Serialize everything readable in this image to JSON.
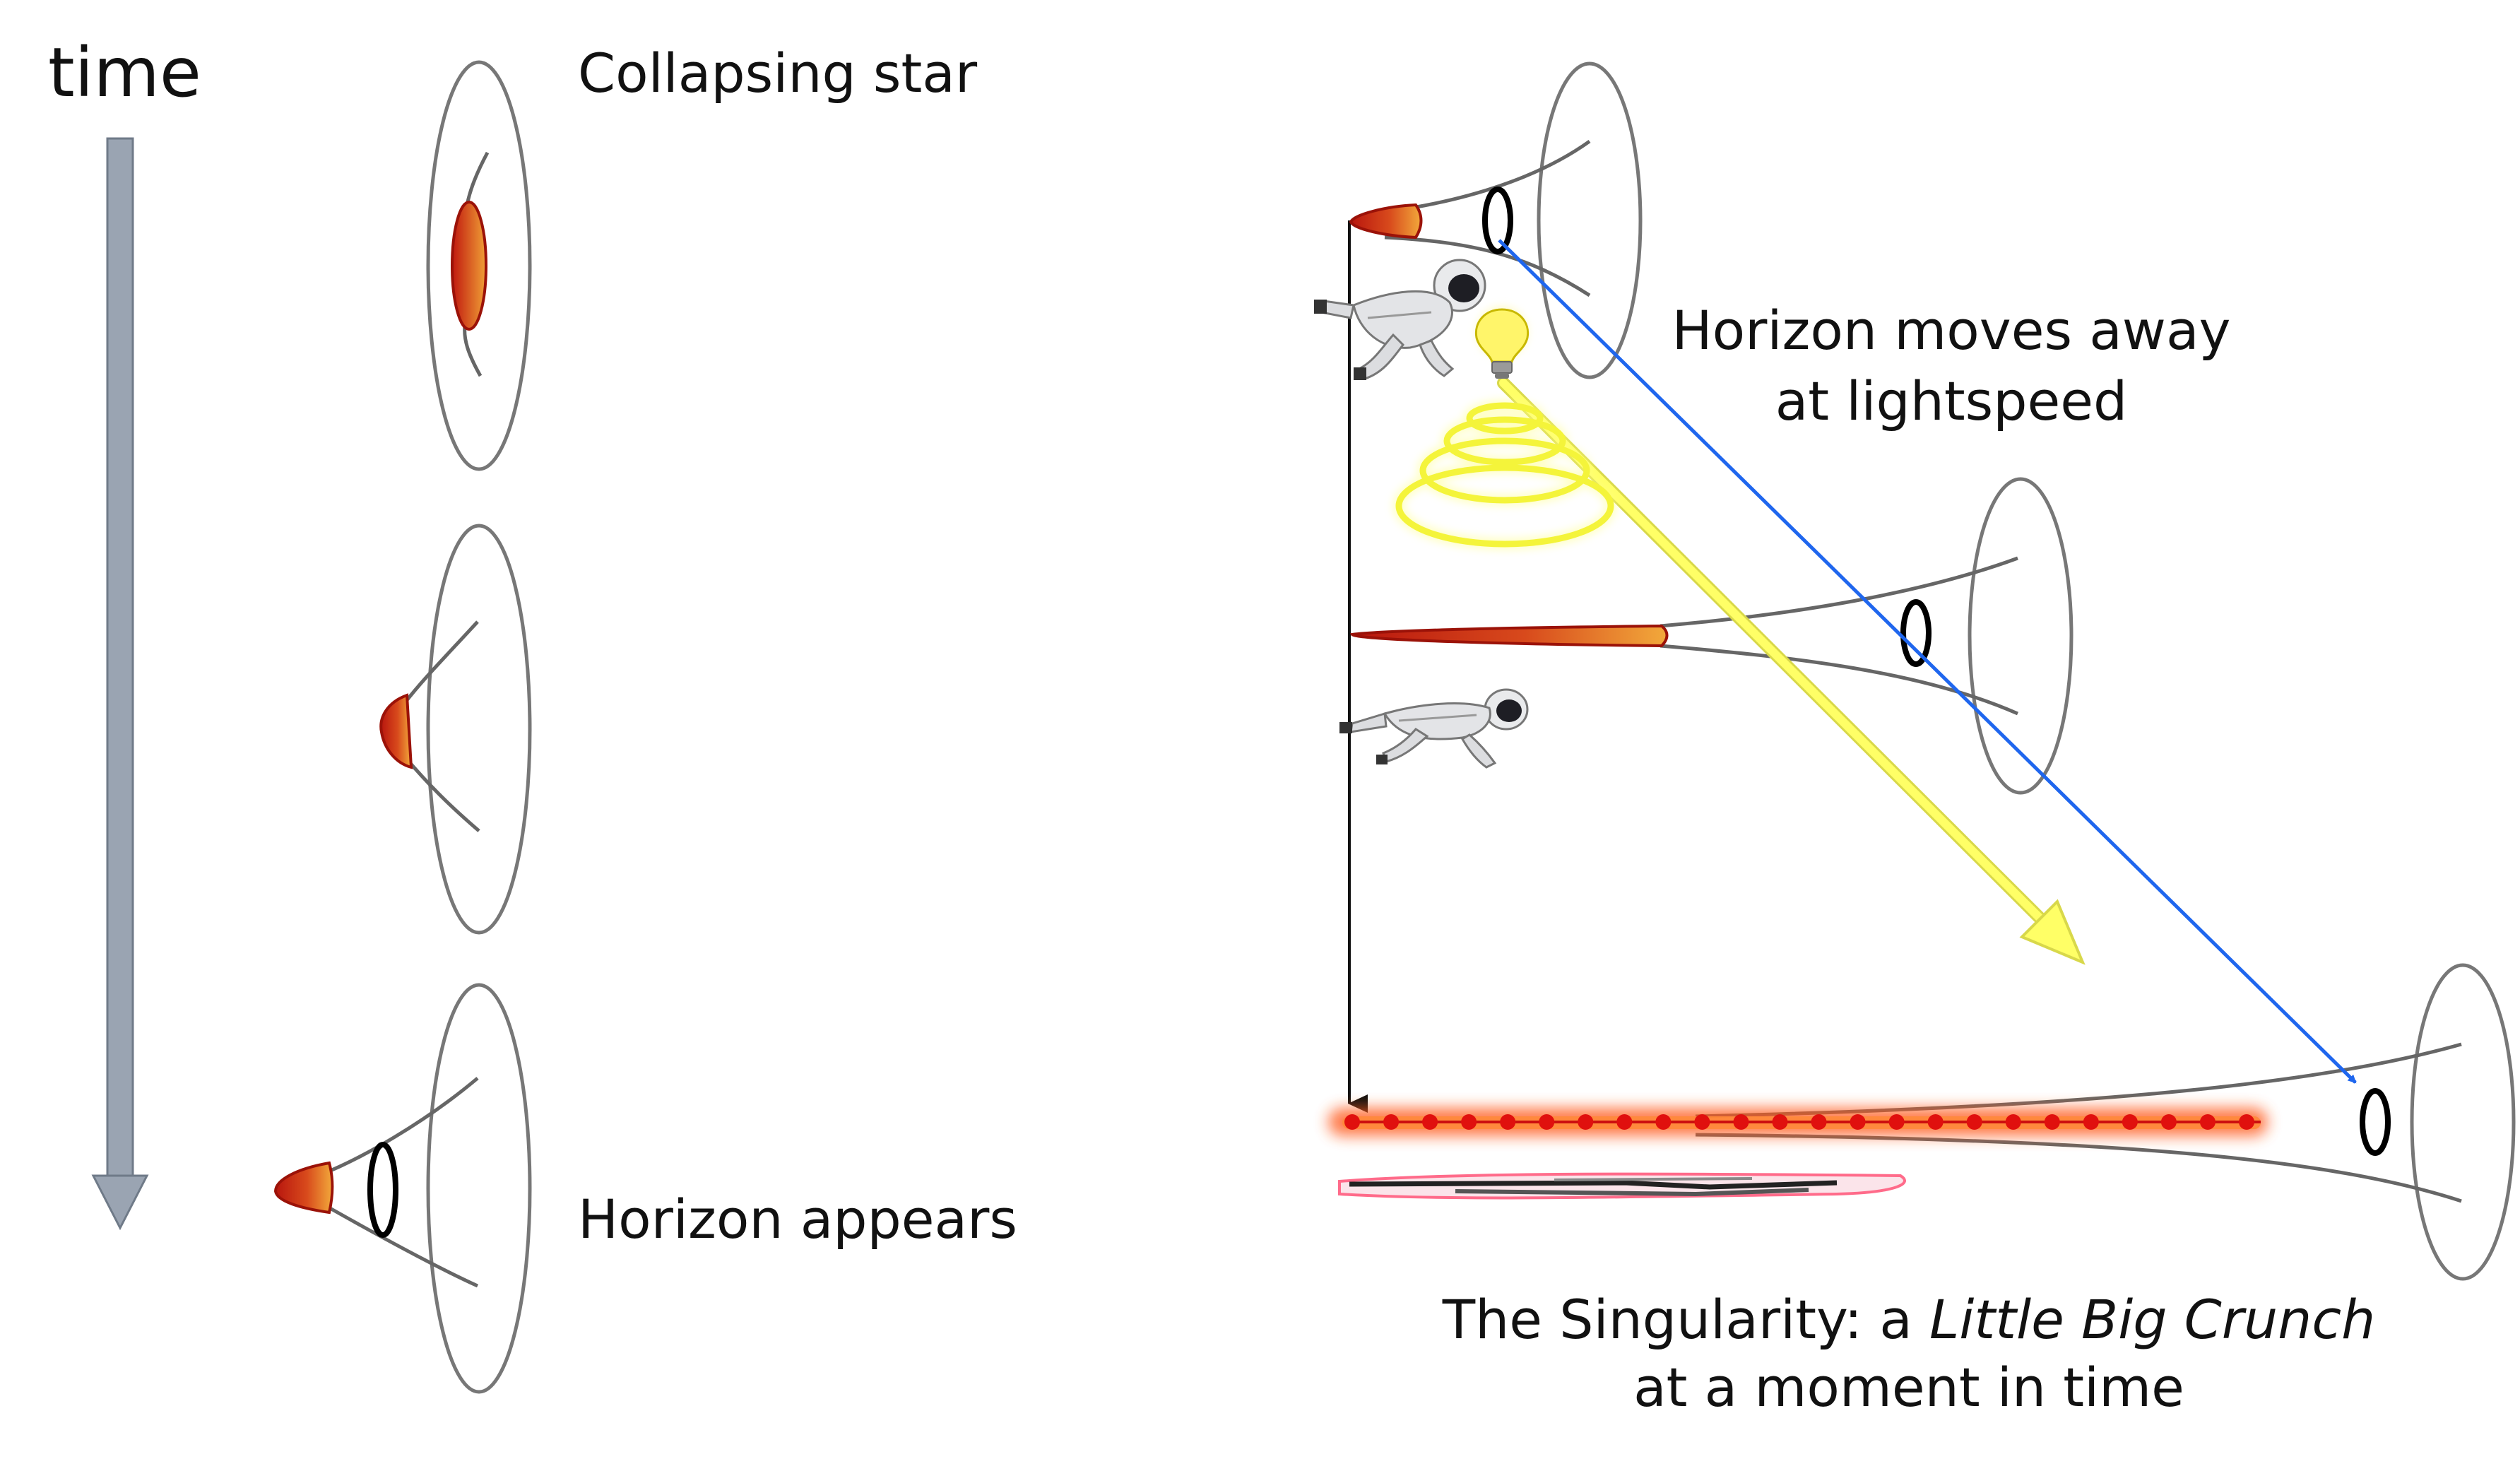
{
  "time_label": "time",
  "labels": {
    "collapsing_star": "Collapsing star",
    "horizon_appears": "Horizon appears",
    "horizon_moves_line1": "Horizon moves away",
    "horizon_moves_line2": "at lightspeed",
    "singularity_prefix": "The Singularity: a ",
    "singularity_italic": "Little Big Crunch",
    "singularity_line2": "at a moment in time"
  },
  "colors": {
    "time_arrow": "#9aa4b2",
    "star_red": "#b8160e",
    "star_orange": "#f2a93b",
    "light_ray": "#ffff66",
    "horizon_ray": "#1f66ee",
    "outline": "#777777",
    "horizon_ring": "#000000"
  },
  "icons": {
    "astronaut": "astronaut-icon",
    "lightbulb": "lightbulb-icon"
  }
}
